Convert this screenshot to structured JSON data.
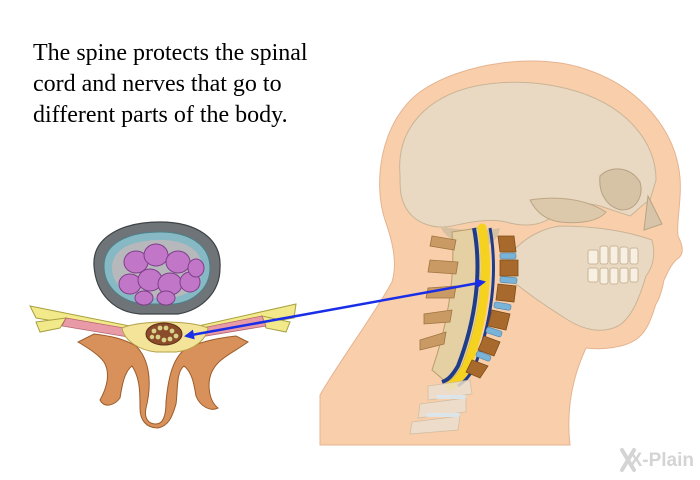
{
  "caption": {
    "lines": [
      "The spine protects the spinal",
      "cord and nerves that go to",
      "different parts of the body."
    ]
  },
  "brand": {
    "text": "X-Plain",
    "color": "#d4d4d4"
  },
  "illustration": {
    "left": "vertebra-cross-section",
    "right": "head-and-neck-with-cervical-spine",
    "arrow_color": "#1a2ee8"
  }
}
